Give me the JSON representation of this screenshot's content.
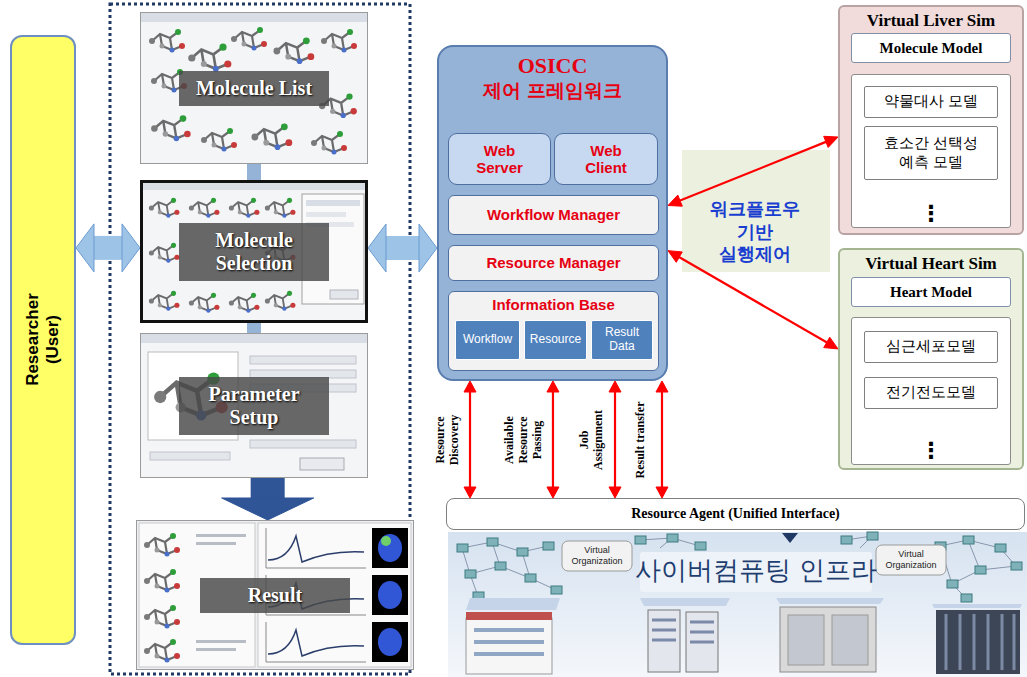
{
  "diagram": {
    "nodes": [
      {
        "text": [
          "Researcher (User)"
        ]
      },
      {
        "text": [
          "Molecule List"
        ]
      },
      {
        "text": [
          "Molecule Selection"
        ]
      },
      {
        "text": [
          "Parameter Setup"
        ]
      },
      {
        "text": [
          "Result"
        ]
      },
      {
        "text": [
          "OSICC",
          "제어 프레임워크"
        ]
      },
      {
        "text": [
          "Web Server"
        ],
        "in": 5
      },
      {
        "text": [
          "Web Client"
        ],
        "in": 5
      },
      {
        "text": [
          "Workflow Manager"
        ],
        "in": 5
      },
      {
        "text": [
          "Resource Manager"
        ],
        "in": 5
      },
      {
        "text": [
          "Information Base"
        ],
        "in": 5
      },
      {
        "text": [
          "Workflow"
        ],
        "in": 10
      },
      {
        "text": [
          "Resource"
        ],
        "in": 10
      },
      {
        "text": [
          "Result Data"
        ],
        "in": 10
      },
      {
        "text": [
          "Virtual Liver Sim"
        ]
      },
      {
        "text": [
          "Molecule Model"
        ],
        "in": 14
      },
      {
        "text": [
          "⋮"
        ],
        "in": 14
      },
      {
        "text": [
          "약물대사 모델"
        ],
        "in": 16
      },
      {
        "text": [
          "효소간 선택성 예측 모델"
        ],
        "in": 16
      },
      {
        "text": [
          "Virtual Heart Sim"
        ]
      },
      {
        "text": [
          "Heart Model"
        ],
        "in": 19
      },
      {
        "text": [
          "⋮"
        ],
        "in": 19
      },
      {
        "text": [
          "심근세포모델"
        ],
        "in": 21
      },
      {
        "text": [
          "전기전도모델"
        ],
        "in": 21
      },
      {
        "text": [
          "Resource Agent (Unified Interface)"
        ]
      }
    ],
    "edges": [
      {
        "from": 0,
        "to": 2,
        "arrow": "both"
      },
      {
        "from": 2,
        "to": 5,
        "arrow": "both"
      },
      {
        "from": 1,
        "to": 2,
        "arrow": "none"
      },
      {
        "from": 2,
        "to": 3,
        "arrow": "none"
      },
      {
        "from": 3,
        "to": 4,
        "arrow": "to"
      },
      {
        "from": 5,
        "to": 14,
        "arrow": "both"
      },
      {
        "from": 5,
        "to": 19,
        "arrow": "both"
      },
      {
        "from": 5,
        "to": 24,
        "arrow": "both",
        "label": "Resource Discovery"
      },
      {
        "from": 5,
        "to": 24,
        "arrow": "both",
        "label": "Available Resource Passing"
      },
      {
        "from": 5,
        "to": 24,
        "arrow": "both",
        "label": "Job Assignment"
      },
      {
        "from": 5,
        "to": 24,
        "arrow": "both",
        "label": "Result transfer"
      }
    ],
    "labels": [
      "워크플로우 기반 실행제어",
      "Virtual Organization",
      "Virtual Organization",
      "사이버컴퓨팅 인프라"
    ]
  }
}
